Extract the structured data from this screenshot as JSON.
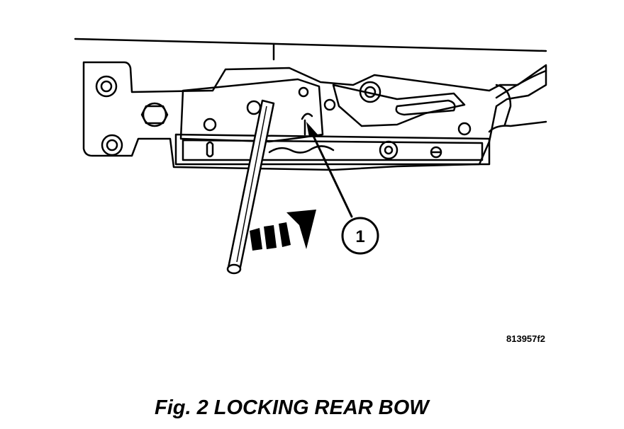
{
  "callout": {
    "number": "1"
  },
  "figure_code": "813957f2",
  "caption": "Fig. 2 LOCKING REAR BOW"
}
